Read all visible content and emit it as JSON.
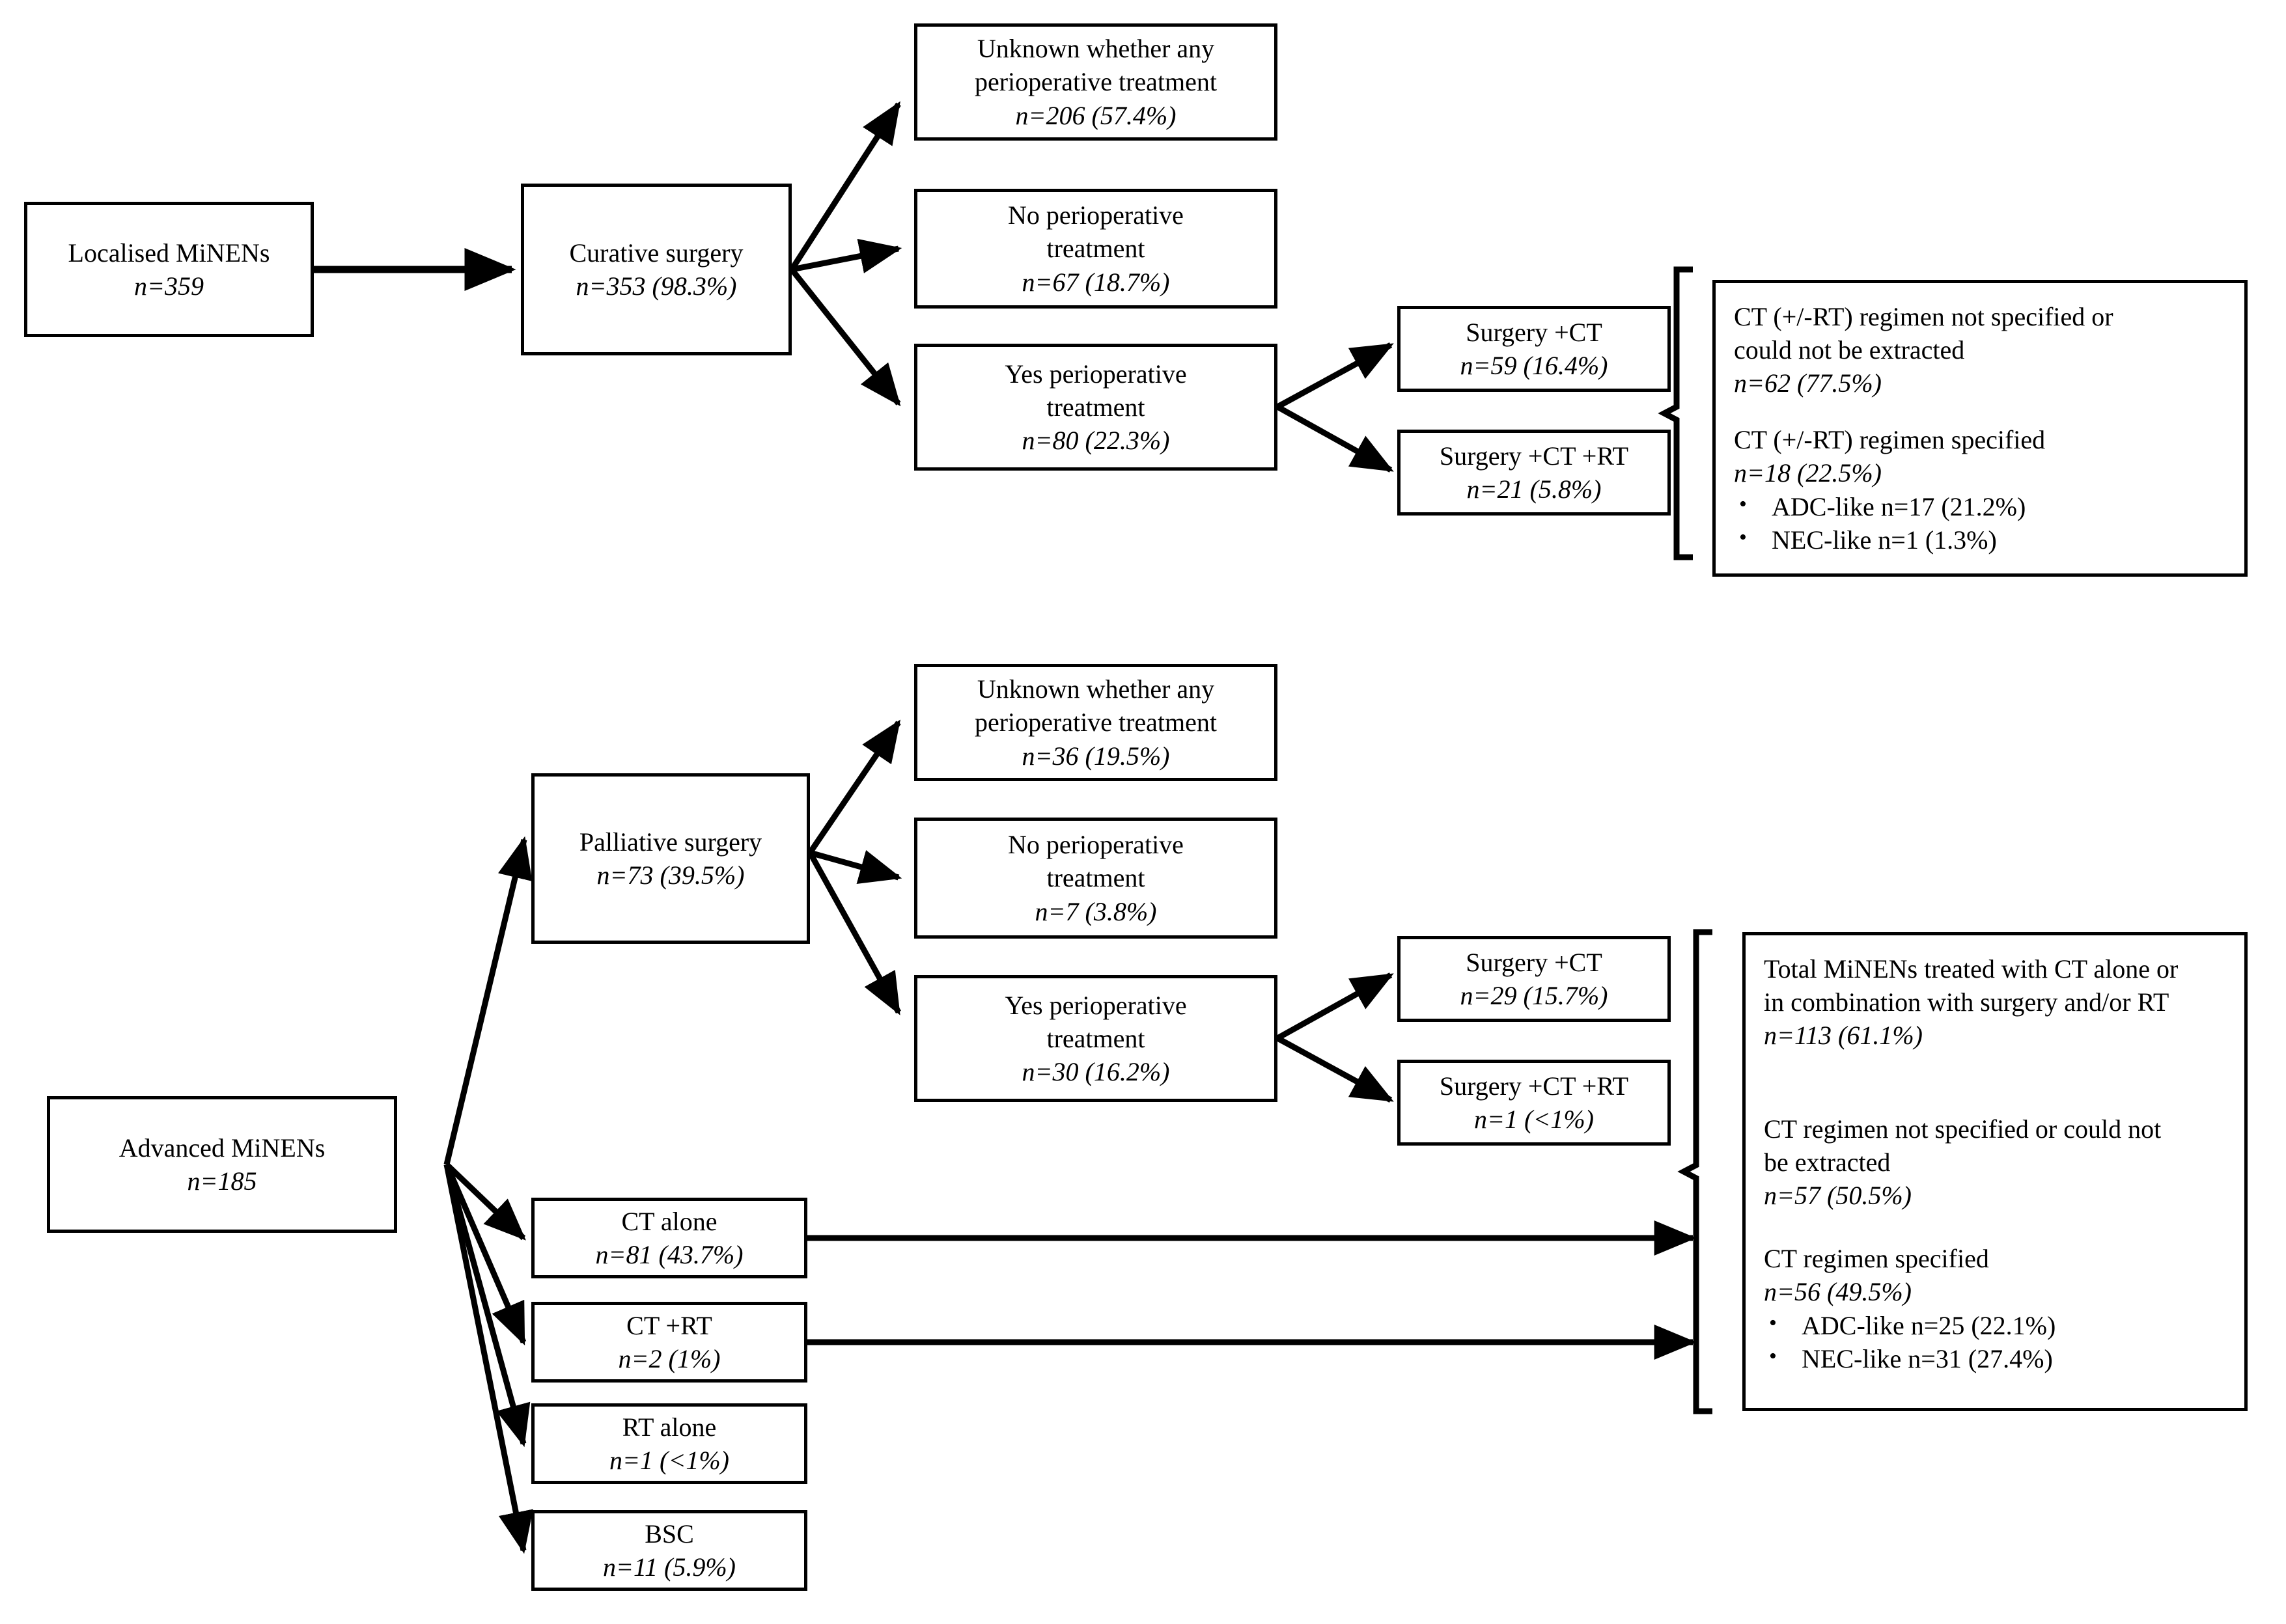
{
  "figure": {
    "type": "flowchart",
    "title": "",
    "sections": [
      {
        "name": "localised",
        "root": {
          "line1": "Localised MiNENs",
          "line2": "n=359"
        },
        "stage2": {
          "line1": "Curative surgery",
          "line2": "n=353 (98.3%)"
        },
        "branches": [
          {
            "line1": "Unknown whether any",
            "line2": "perioperative treatment",
            "line3": "n=206 (57.4%)"
          },
          {
            "line1": "No perioperative",
            "line2": "treatment",
            "line3": "n=67 (18.7%)"
          },
          {
            "line1": "Yes perioperative",
            "line2": "treatment",
            "line3": "n=80 (22.3%)"
          }
        ],
        "sub_branches": [
          {
            "line1": "Surgery +CT",
            "line2": "n=59 (16.4%)"
          },
          {
            "line1": "Surgery +CT +RT",
            "line2": "n=21 (5.8%)"
          }
        ],
        "summary": {
          "block1_line1": "CT (+/-RT) regimen not specified or",
          "block1_line2": "could not be extracted",
          "block1_line3": "n=62 (77.5%)",
          "block2_line1": "CT (+/-RT) regimen specified",
          "block2_line2": "n=18 (22.5%)",
          "bullets": [
            "ADC-like n=17 (21.2%)",
            "NEC-like n=1 (1.3%)"
          ]
        }
      },
      {
        "name": "advanced",
        "root": {
          "line1": "Advanced MiNENs",
          "line2": "n=185"
        },
        "stage2": {
          "line1": "Palliative surgery",
          "line2": "n=73 (39.5%)"
        },
        "branches": [
          {
            "line1": "Unknown whether any",
            "line2": "perioperative treatment",
            "line3": "n=36 (19.5%)"
          },
          {
            "line1": "No perioperative",
            "line2": "treatment",
            "line3": "n=7 (3.8%)"
          },
          {
            "line1": "Yes perioperative",
            "line2": "treatment",
            "line3": "n=30 (16.2%)"
          }
        ],
        "sub_branches": [
          {
            "line1": "Surgery +CT",
            "line2": "n=29 (15.7%)"
          },
          {
            "line1": "Surgery +CT +RT",
            "line2": "n=1 (<1%)"
          }
        ],
        "other_branches": [
          {
            "line1": "CT alone",
            "line2": "n=81 (43.7%)"
          },
          {
            "line1": "CT +RT",
            "line2": "n=2 (1%)"
          },
          {
            "line1": "RT alone",
            "line2": "n=1 (<1%)"
          },
          {
            "line1": "BSC",
            "line2": "n=11 (5.9%)"
          }
        ],
        "summary": {
          "block0_line1": "Total MiNENs treated with CT alone or",
          "block0_line2": "in combination with surgery and/or RT",
          "block0_line3": "n=113 (61.1%)",
          "block1_line1": "CT regimen not specified or could not",
          "block1_line2": "be extracted",
          "block1_line3": "n=57 (50.5%)",
          "block2_line1": "CT regimen specified",
          "block2_line2": "n=56 (49.5%)",
          "bullets": [
            "ADC-like n=25 (22.1%)",
            "NEC-like n=31 (27.4%)"
          ]
        }
      }
    ],
    "colors": {
      "stroke": "#000000",
      "fill": "#ffffff",
      "text": "#000000"
    }
  }
}
